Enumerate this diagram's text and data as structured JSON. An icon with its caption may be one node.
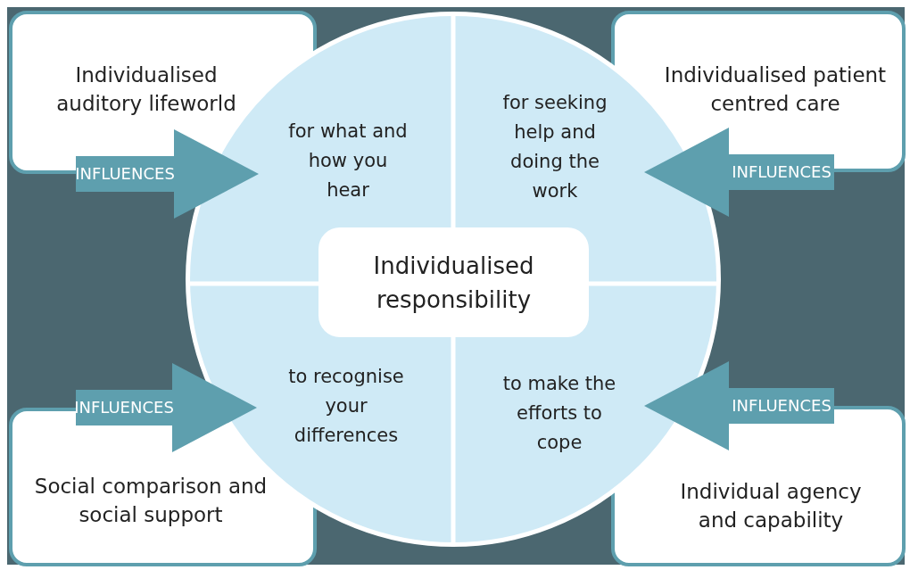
{
  "diagram": {
    "nodes": [
      {
        "text": [
          "Individualised auditory lifeworld"
        ]
      },
      {
        "text": [
          "Individualised patient centred care"
        ]
      },
      {
        "text": [],
        "shape": "circle"
      },
      {
        "text": [
          "for what and how you hear"
        ],
        "in": 2
      },
      {
        "text": [
          "for seeking help and doing the work"
        ],
        "in": 2
      },
      {
        "text": [
          "Individualised responsibility"
        ],
        "in": 2
      },
      {
        "text": [
          "to recognise your differences"
        ],
        "in": 2
      },
      {
        "text": [
          "to make the efforts to cope"
        ],
        "in": 2
      },
      {
        "text": [
          "Social comparison and social support"
        ]
      },
      {
        "text": [
          "Individual agency and capability"
        ]
      }
    ],
    "edges": [
      {
        "from": 0,
        "to": 3,
        "arrow": "to",
        "label": "INFLUENCES"
      },
      {
        "from": 1,
        "to": 4,
        "arrow": "to",
        "label": "INFLUENCES"
      },
      {
        "from": 8,
        "to": 6,
        "arrow": "to",
        "label": "INFLUENCES"
      },
      {
        "from": 9,
        "to": 7,
        "arrow": "to",
        "label": "INFLUENCES"
      }
    ]
  }
}
